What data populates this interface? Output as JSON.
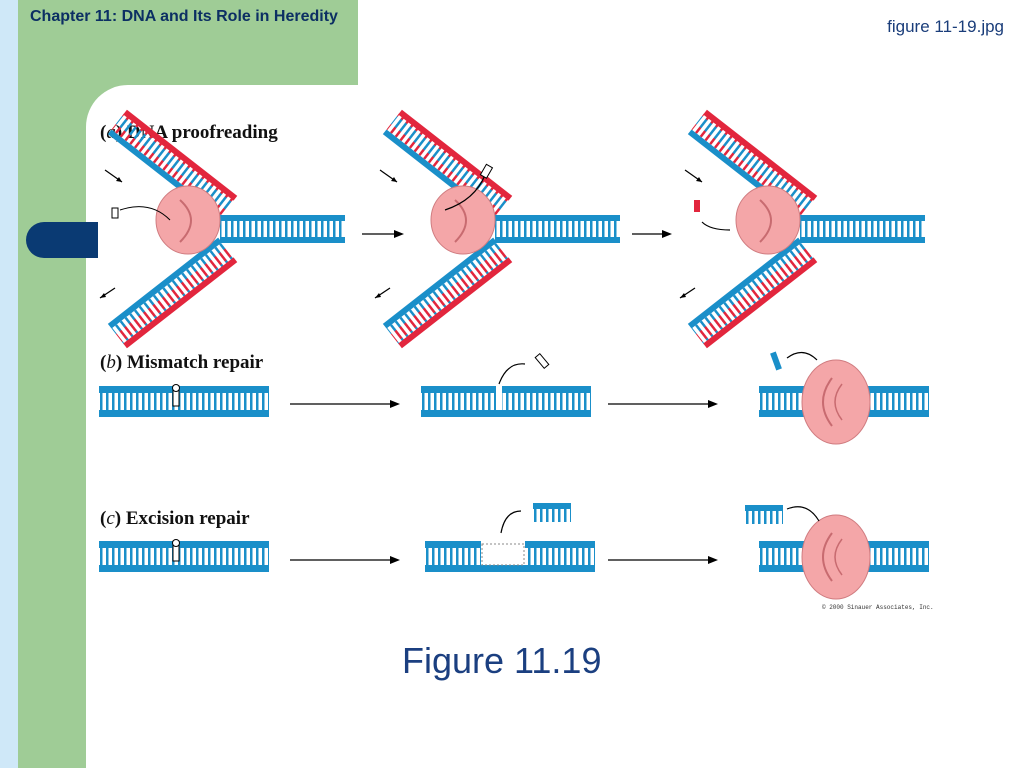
{
  "header": {
    "chapter_title": "Chapter 11: DNA and Its Role in Heredity",
    "file_label": "figure 11-19.jpg"
  },
  "panels": [
    {
      "letter": "a",
      "title": "DNA proofreading"
    },
    {
      "letter": "b",
      "title": "Mismatch repair"
    },
    {
      "letter": "c",
      "title": "Excision repair"
    }
  ],
  "copyright": "© 2000 Sinauer Associates, Inc.",
  "caption": "Figure 11.19",
  "colors": {
    "dna_blue": "#1a8fc9",
    "new_strand_red": "#e2263d",
    "polymerase_pink": "#f4a6a8",
    "navy": "#0a3a73",
    "green": "#9fcc96"
  }
}
